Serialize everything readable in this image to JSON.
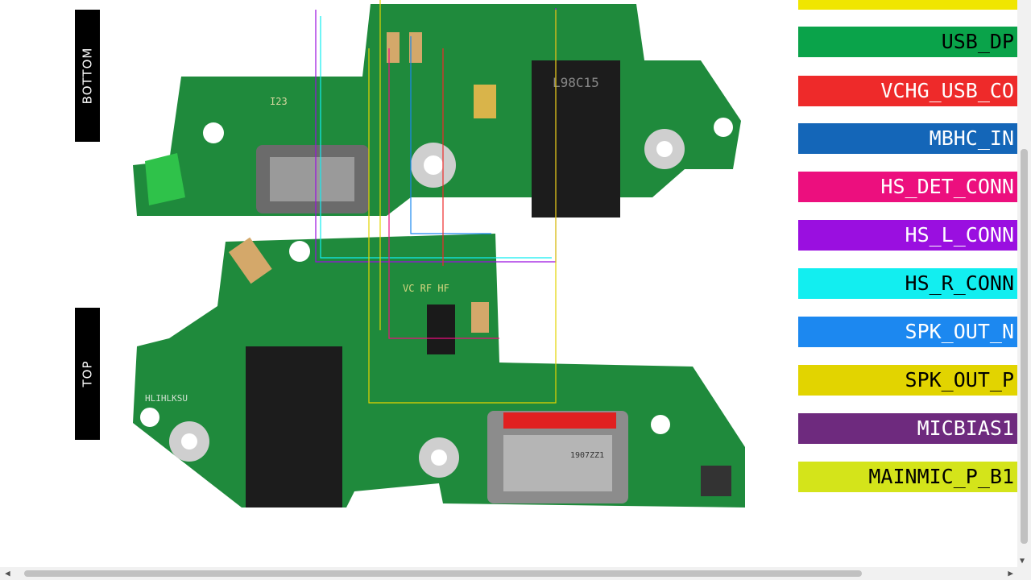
{
  "side_labels": {
    "bottom": "BOTTOM",
    "top": "TOP"
  },
  "board_silk": {
    "bottom_code": "L98C15",
    "bottom_id": "I23",
    "top_rf": "VC RF HF",
    "top_id": "HLIHLKSU",
    "usb_marking": "1907ZZ1"
  },
  "legend": [
    {
      "label": "USB_DP",
      "color": "#0aa34a",
      "text_color": "#000000"
    },
    {
      "label": "VCHG_USB_CO",
      "color": "#ee2a2a",
      "text_color": "#ffffff"
    },
    {
      "label": "MBHC_IN",
      "color": "#1466b8",
      "text_color": "#ffffff"
    },
    {
      "label": "HS_DET_CONN",
      "color": "#ec0f7e",
      "text_color": "#ffffff"
    },
    {
      "label": "HS_L_CONN",
      "color": "#9a0fe0",
      "text_color": "#ffffff"
    },
    {
      "label": "HS_R_CONN",
      "color": "#12eef0",
      "text_color": "#000000"
    },
    {
      "label": "SPK_OUT_N",
      "color": "#1c88f0",
      "text_color": "#ffffff"
    },
    {
      "label": "SPK_OUT_P",
      "color": "#e2d400",
      "text_color": "#000000"
    },
    {
      "label": "MICBIAS1",
      "color": "#6e2a7e",
      "text_color": "#ffffff"
    },
    {
      "label": "MAINMIC_P_B1",
      "color": "#d4e41a",
      "text_color": "#000000"
    }
  ],
  "top_partial_legend_color": "#f0e600"
}
